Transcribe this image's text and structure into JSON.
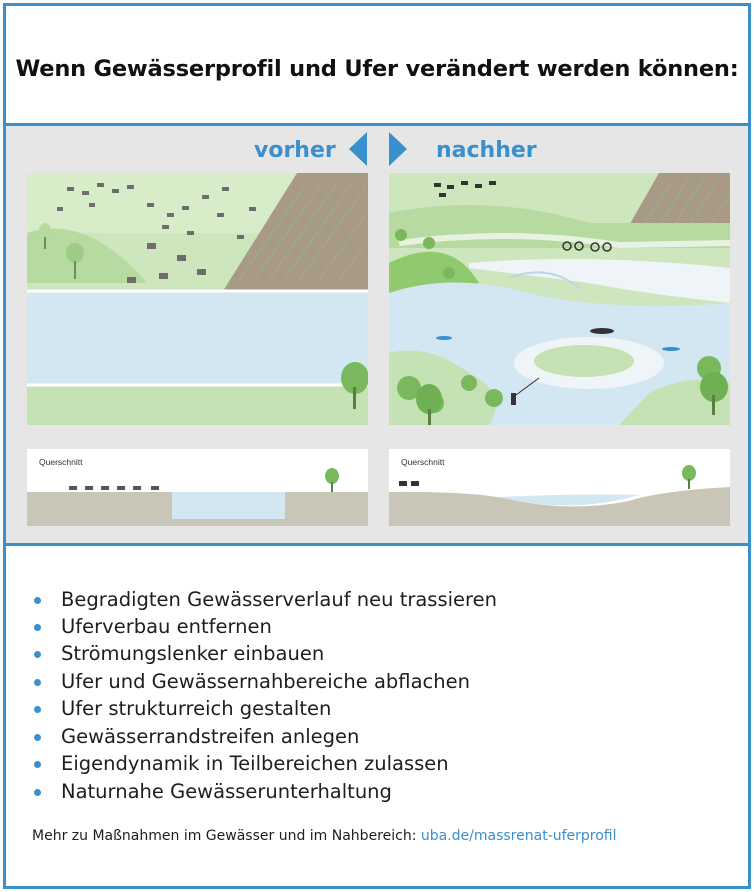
{
  "title": "Wenn Gewässerprofil und Ufer verändert werden können:",
  "illustration": {
    "before_label": "vorher",
    "after_label": "nachher",
    "cross_section_label": "Querschnitt"
  },
  "measures": [
    "Begradigten Gewässerverlauf neu trassieren",
    "Uferverbau entfernen",
    "Strömungslenker einbauen",
    "Ufer und Gewässernahbereiche abflachen",
    "Ufer strukturreich gestalten",
    "Gewässerrandstreifen anlegen",
    "Eigendynamik in Teilbereichen zulassen",
    "Naturnahe Gewässerunterhaltung"
  ],
  "footer": {
    "text": "Mehr zu Maßnahmen im Gewässer und im Nahbereich: ",
    "link": "uba.de/massrenat-uferprofil"
  },
  "colors": {
    "accent": "#3a8fcd",
    "water": "#d3e7f2",
    "meadow": "#c5e2b4",
    "field": "#a89a86"
  }
}
